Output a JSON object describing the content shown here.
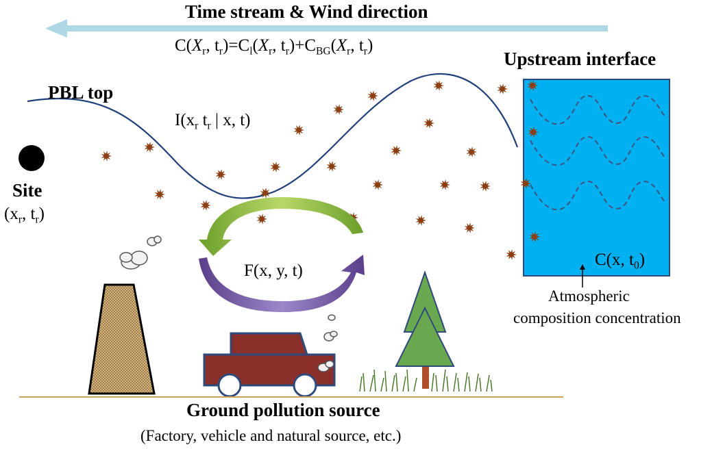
{
  "title": "Time stream & Wind direction",
  "equation": {
    "lhs_prefix": "C(",
    "X": "X",
    "r": "r",
    "sep": ", t",
    "rhs1": ")=C",
    "l": "l",
    "open": "(",
    "rhs2": ")+C",
    "BG": "BG",
    "close": ")"
  },
  "labels": {
    "upstream_interface": "Upstream interface",
    "pbl_top": "PBL top",
    "influence_prefix": "I(x",
    "influence_r": "r",
    "influence_mid": " t",
    "influence_suffix": " | x, t)",
    "site": "Site",
    "site_coord_prefix": "(x",
    "site_coord_mid": ", t",
    "site_coord_suffix": ")",
    "flux": "F(x, y, t)",
    "initial_prefix": "C(x, t",
    "initial_sub": "0",
    "initial_suffix": ")",
    "atmo_line1": "Atmospheric",
    "atmo_line2": "composition concentration",
    "ground_title": "Ground pollution source",
    "ground_sub": "(Factory, vehicle and natural source, etc.)"
  },
  "colors": {
    "wind_arrow": "#aed8e6",
    "pbl_line": "#1f3f7a",
    "box_fill": "#00b0f0",
    "box_stroke": "#2e4a7a",
    "particle": "#8b3e12",
    "green_arrow": "#8cb83a",
    "purple_arrow": "#6a4f9a",
    "ground_line": "#c9a35a",
    "car_body": "#8b2f2a",
    "tree": "#6aa84f"
  }
}
